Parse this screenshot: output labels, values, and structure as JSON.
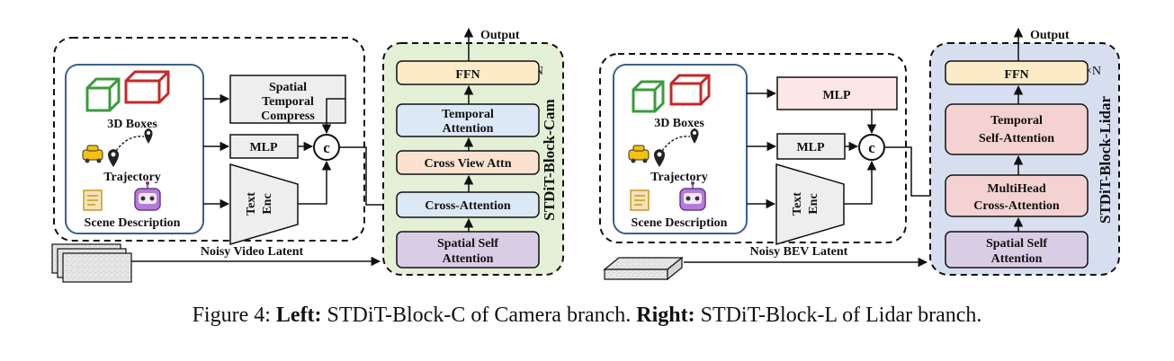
{
  "left": {
    "inputs": {
      "boxes_label": "3D Boxes",
      "trajectory_label": "Trajectory",
      "scene_label": "Scene Description"
    },
    "stc_line1": "Spatial",
    "stc_line2": "Temporal",
    "stc_line3": "Compress",
    "mlp": "MLP",
    "text_enc_line1": "Text",
    "text_enc_line2": "Enc",
    "concat": "c",
    "noisy_latent": "Noisy Video Latent",
    "block_title": "STDiT-Block-Cam",
    "output": "Output",
    "repeat": "×N",
    "ffn": "FFN",
    "temporal_line1": "Temporal",
    "temporal_line2": "Attention",
    "cross_view": "Cross View Attn",
    "cross_attn": "Cross-Attention",
    "spatial_line1": "Spatial Self",
    "spatial_line2": "Attention",
    "colors": {
      "block_bg": "#e4f0d6",
      "ffn": "#fdebc8",
      "temporal": "#dce8f5",
      "cross_view": "#fbe2d0",
      "cross_attn": "#dce8f5",
      "spatial": "#d9cde6"
    }
  },
  "right": {
    "inputs": {
      "boxes_label": "3D Boxes",
      "trajectory_label": "Trajectory",
      "scene_label": "Scene Description"
    },
    "mlp_top": "MLP",
    "mlp": "MLP",
    "text_enc_line1": "Text",
    "text_enc_line2": "Enc",
    "concat": "c",
    "noisy_latent": "Noisy BEV Latent",
    "block_title": "STDiT-Block-Lidar",
    "output": "Output",
    "repeat": "×N",
    "ffn": "FFN",
    "temporal_line1": "Temporal",
    "temporal_line2": "Self-Attention",
    "multihead_line1": "MultiHead",
    "multihead_line2": "Cross-Attention",
    "spatial_line1": "Spatial Self",
    "spatial_line2": "Attention",
    "colors": {
      "block_bg": "#d6def0",
      "ffn": "#fdebc8",
      "temporal": "#f4d2d2",
      "multihead": "#f4d2d2",
      "spatial": "#d9cde6",
      "mlp_top": "#fde6e6"
    }
  },
  "caption": {
    "prefix": "Figure 4: ",
    "left_bold": "Left:",
    "left_text": " STDiT-Block-C of Camera branch. ",
    "right_bold": "Right:",
    "right_text": " STDiT-Block-L of Lidar branch."
  }
}
